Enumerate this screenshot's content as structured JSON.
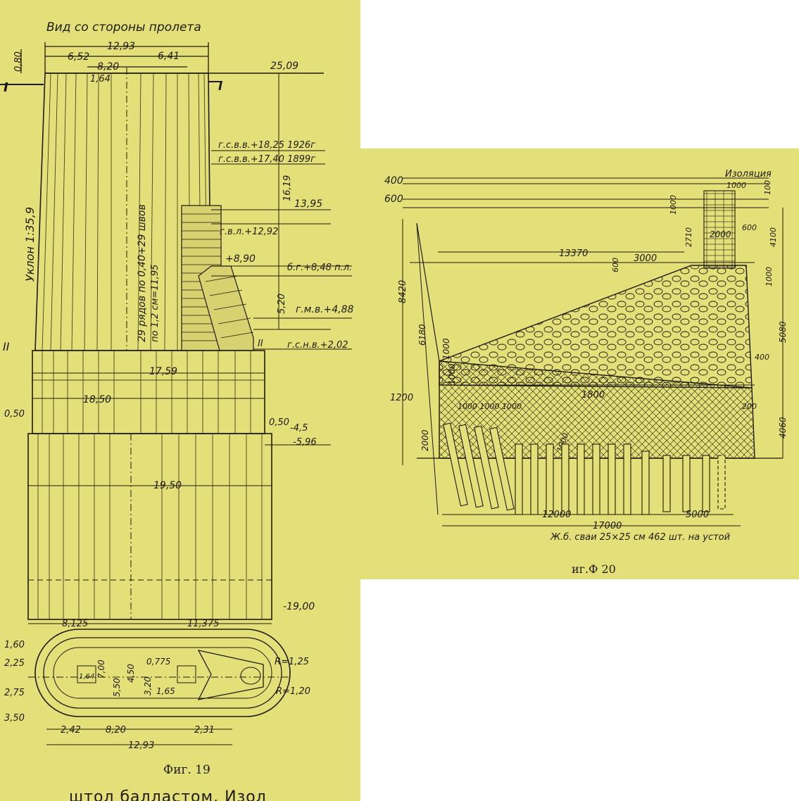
{
  "fig19": {
    "header": "Вид со стороны пролета",
    "caption": "Фиг. 19",
    "bottom_text": "штол балластом. Изол",
    "top_dims": [
      "12,93",
      "6,52",
      "6,41",
      "8,20",
      "1,64",
      "0,80"
    ],
    "section_marks": [
      "I",
      "I",
      "II",
      "II"
    ],
    "levels": [
      "25,09",
      "г.с.в.в.+18,25 1926г",
      "г.с.в.в.+17,40 1899г",
      "16,19",
      "13,95",
      "г.в.л.+12,92",
      "+8,90",
      "б.г.+8,48 п.л.",
      "5,20",
      "г.м.в.+4,88",
      "г.с.н.в.+2,02",
      "-4,5",
      "-5,96",
      "-19,00"
    ],
    "slope": "Уклон 1:35,9",
    "rows_note": "29 рядов по 0,40+29 швов",
    "rows_note2": "по 1,2 см=11,95",
    "widths": [
      "17,59",
      "18,50",
      "19,50",
      "0,50",
      "0,50"
    ],
    "bottom_dims": [
      "8,125",
      "11,375"
    ],
    "plan_dims": [
      "1,60",
      "2,25",
      "2,75",
      "3,50",
      "1,64",
      "7,00",
      "5,50",
      "4,50",
      "3,20",
      "0,775",
      "1,65",
      "R=1,25",
      "R=1,20",
      "2,42",
      "8,20",
      "2,31",
      "12,93"
    ]
  },
  "fig20": {
    "caption": "иг.Ф 20",
    "insulation": "Изоляция",
    "dims_left": [
      "400",
      "600",
      "8420",
      "6180",
      "1200",
      "1000",
      "2000"
    ],
    "dims_top": [
      "1000",
      "100",
      "4100",
      "1000",
      "600",
      "2710",
      "2000",
      "3000",
      "13370",
      "600"
    ],
    "dims_right": [
      "1000",
      "5080",
      "400",
      "4060",
      "200"
    ],
    "dims_mid": [
      "1000",
      "1800",
      "1000 1000 1000",
      "1000"
    ],
    "dims_bottom": [
      "12000",
      "5000",
      "17000"
    ],
    "piles_note": "Ж.б. сваи 25×25 см 462 шт. на устой"
  }
}
